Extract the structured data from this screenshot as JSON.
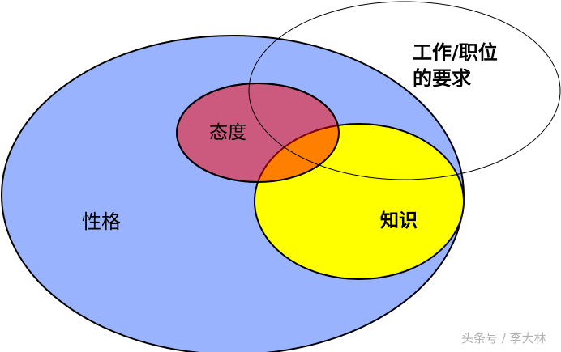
{
  "diagram": {
    "type": "venn",
    "sets": [
      {
        "id": "personality",
        "label": "性格",
        "fill": "#99b3ff",
        "stroke": "#000000"
      },
      {
        "id": "job-requirements",
        "label": "工作/职位的要求",
        "label_lines": [
          "工作/职位",
          "的要求"
        ],
        "fill": "none",
        "stroke": "#000000"
      },
      {
        "id": "attitude",
        "label": "态度",
        "fill": "#cc5a7e",
        "stroke": "#000000"
      },
      {
        "id": "knowledge",
        "label": "知识",
        "fill": "#ffff00",
        "stroke": "#000000"
      }
    ],
    "overlap": {
      "between": [
        "attitude",
        "knowledge"
      ],
      "fill": "#ff7f00"
    }
  },
  "labels": {
    "personality": "性格",
    "job_line1": "工作/职位",
    "job_line2": "的要求",
    "attitude": "态度",
    "knowledge": "知识"
  },
  "watermark": "头条号 / 李大林"
}
